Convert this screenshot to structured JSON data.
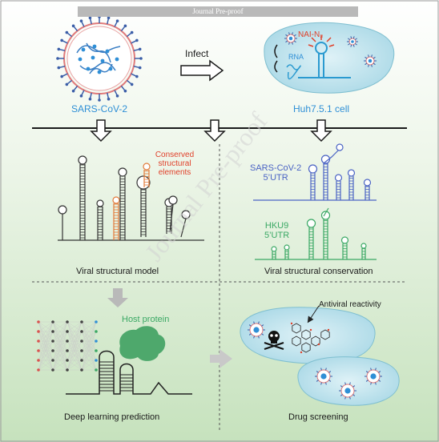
{
  "header": {
    "journal_banner": "Journal Pre-proof"
  },
  "watermark": "Journal Pre-proof",
  "top": {
    "virus_label": "SARS-CoV-2",
    "infect_label": "Infect",
    "cell_label": "Huh7.5.1 cell",
    "probe_label": "NAI-N₃",
    "rna_label": "RNA"
  },
  "panels": {
    "structural_model": {
      "caption": "Viral structural model",
      "conserved_label": [
        "Conserved",
        "structural",
        "elements"
      ]
    },
    "conservation": {
      "caption": "Viral structural conservation",
      "sars_label": [
        "SARS-CoV-2",
        "5’UTR"
      ],
      "hku9_label": [
        "HKU9",
        "5’UTR"
      ]
    },
    "deep_learning": {
      "caption": "Deep learning prediction",
      "host_protein_label": "Host protein"
    },
    "drug_screening": {
      "caption": "Drug screening",
      "antiviral_label": "Antiviral reactivity"
    }
  },
  "colors": {
    "virus_blue": "#2f8fd6",
    "probe_red": "#e0402a",
    "sars_utr": "#4a63c4",
    "hku9_utr": "#3aa864",
    "cell_fill": "#bfe3ee",
    "background_green": "#d8ebd0"
  }
}
